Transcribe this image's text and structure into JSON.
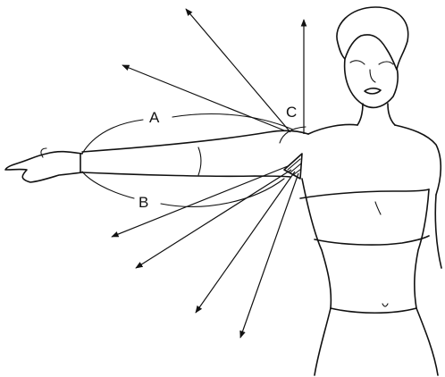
{
  "labels": {
    "a": "A",
    "b": "B",
    "c": "C"
  },
  "colors": {
    "ink": "#111111",
    "background": "#ffffff"
  }
}
